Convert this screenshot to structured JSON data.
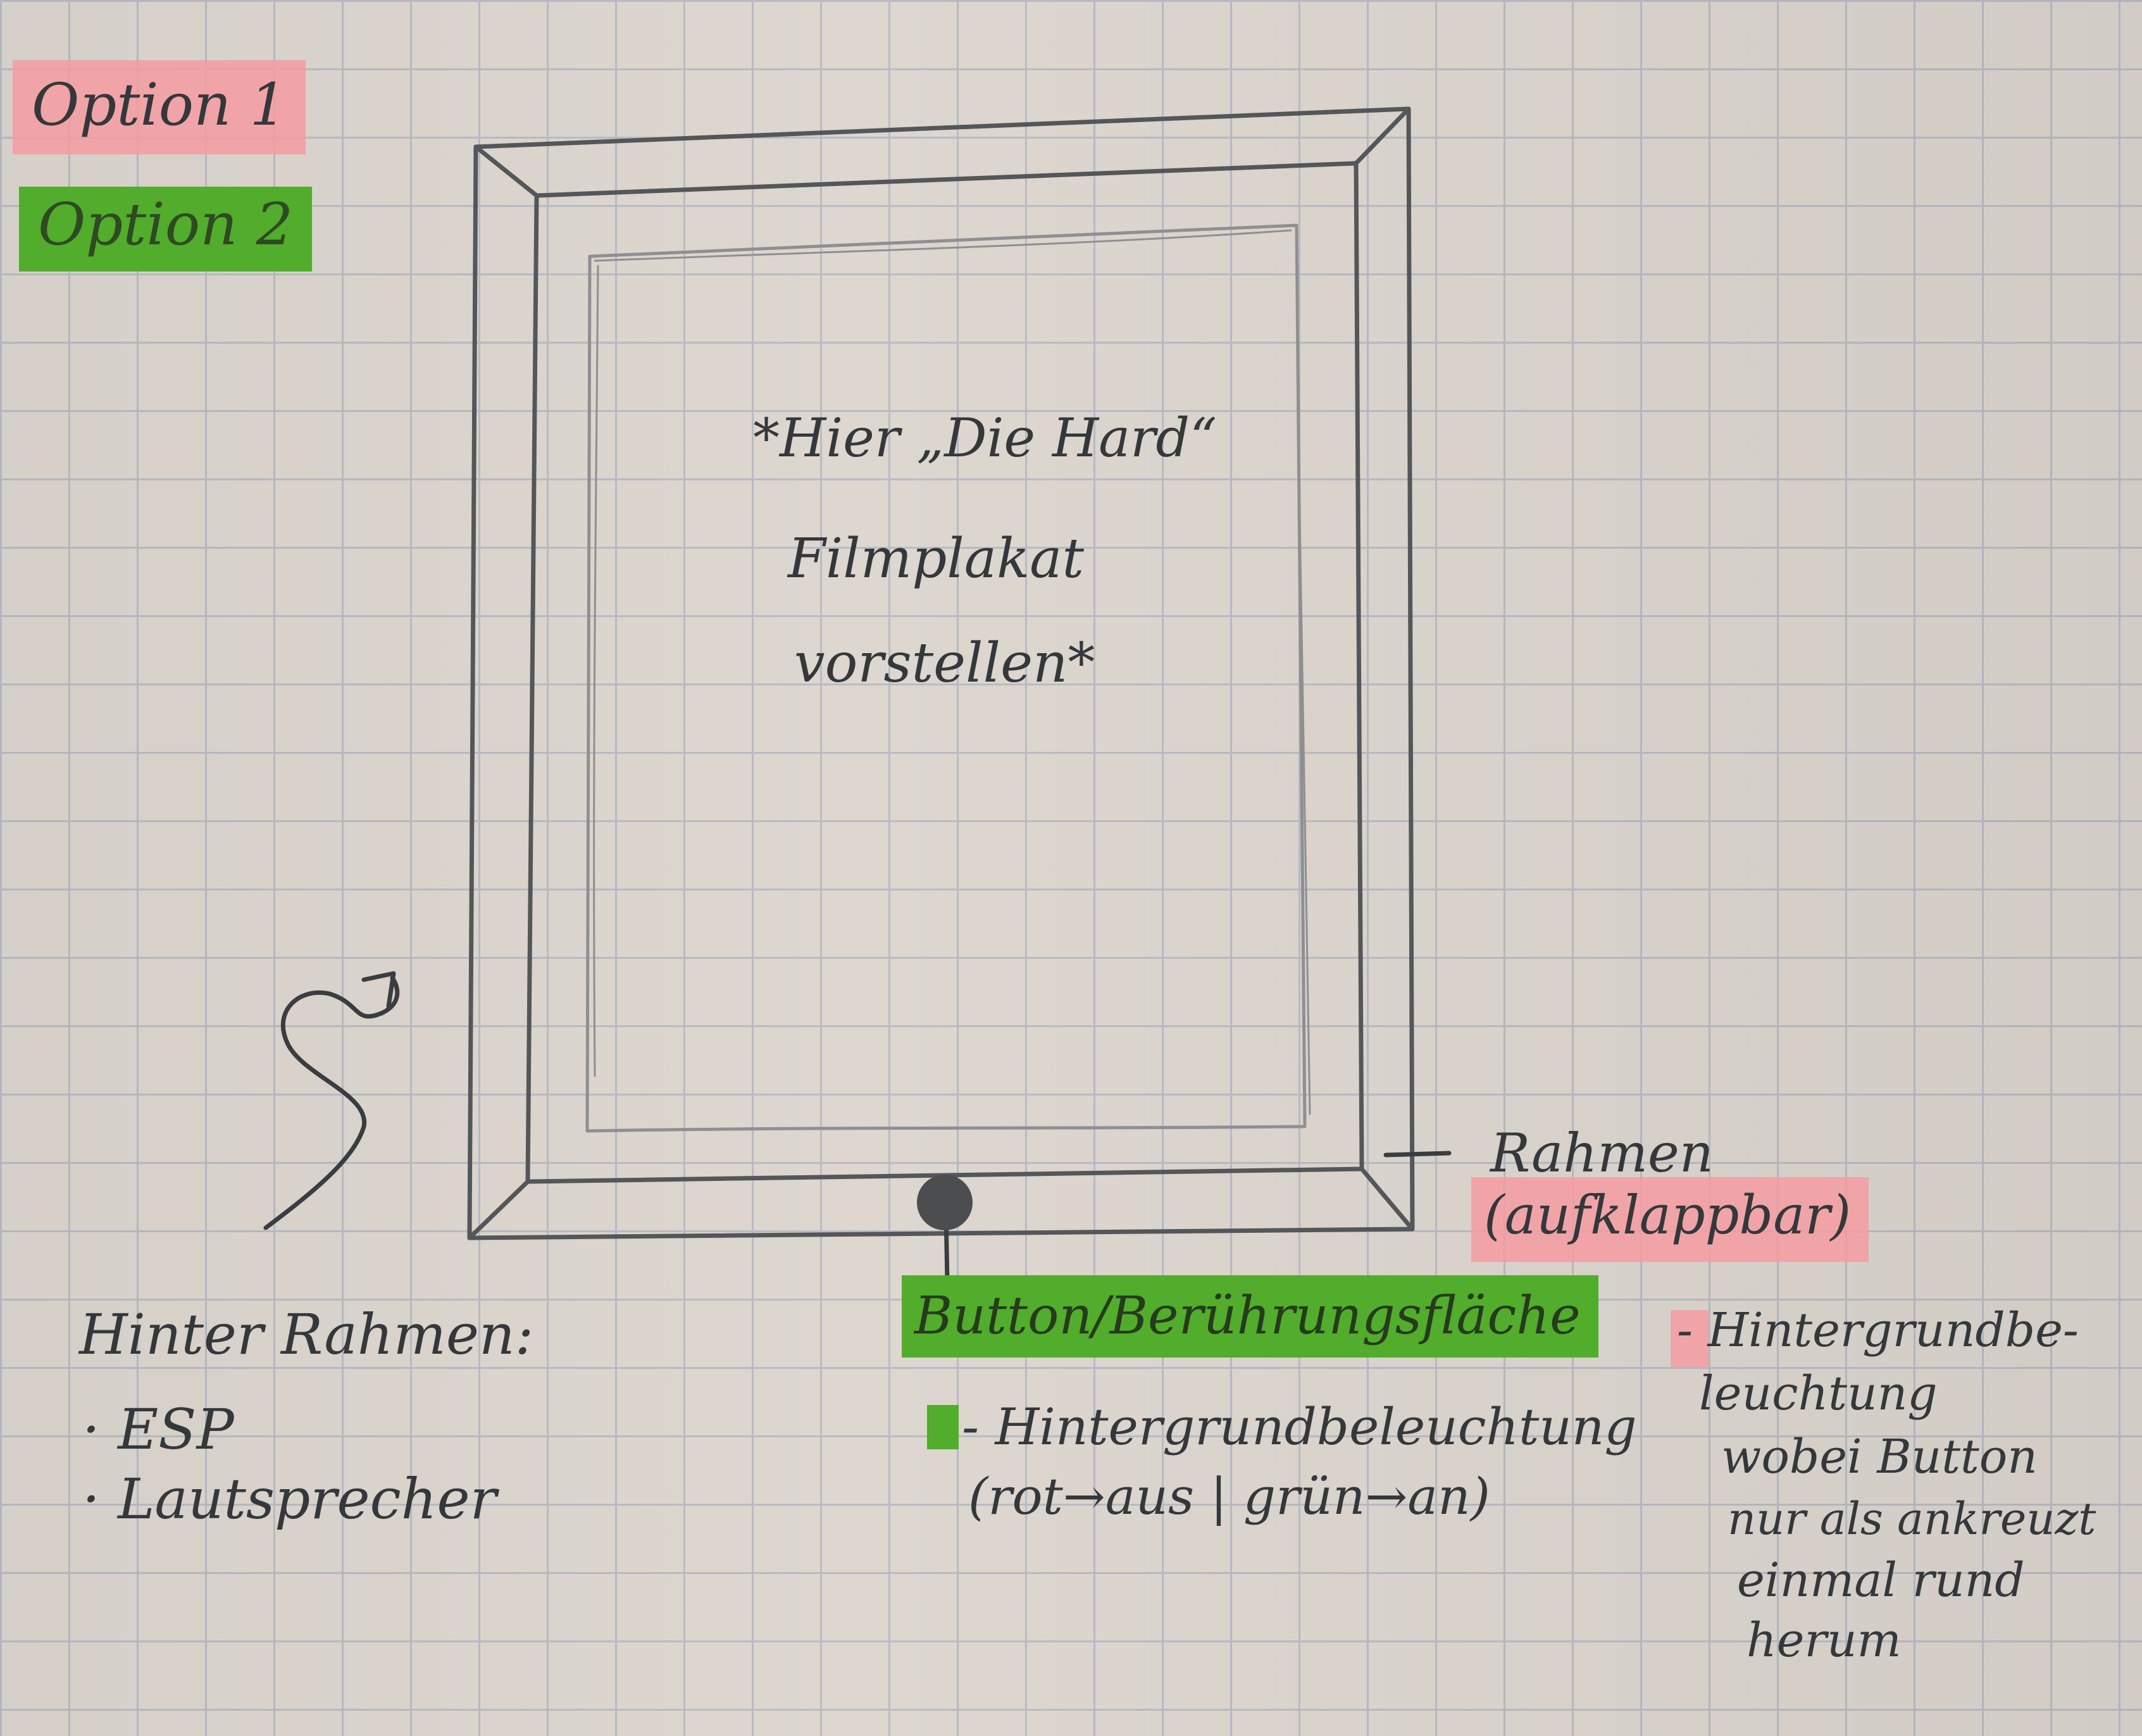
{
  "legend": {
    "option1": "Option 1",
    "option2": "Option 2",
    "option1_color": "#f69aa0",
    "option2_color": "#51ad2b"
  },
  "frame": {
    "poster_text": [
      "*Hier „Die Hard“",
      "Filmplakat",
      "vorstellen*"
    ],
    "frame_label": "Rahmen",
    "frame_note": "(aufklappbar)"
  },
  "behind_frame": {
    "heading": "Hinter Rahmen:",
    "items": [
      "· ESP",
      "· Lautsprecher"
    ]
  },
  "button": {
    "label": "Button/Berührungsfläche",
    "note_lines": [
      "- Hintergrundbeleuchtung",
      "(rot→aus | grün→an)"
    ]
  },
  "option1_note": {
    "lines": [
      "- Hintergrundbe-",
      "leuchtung",
      "wobei Button",
      "nur als ankreuzt",
      "einmal rund",
      "herum"
    ]
  }
}
